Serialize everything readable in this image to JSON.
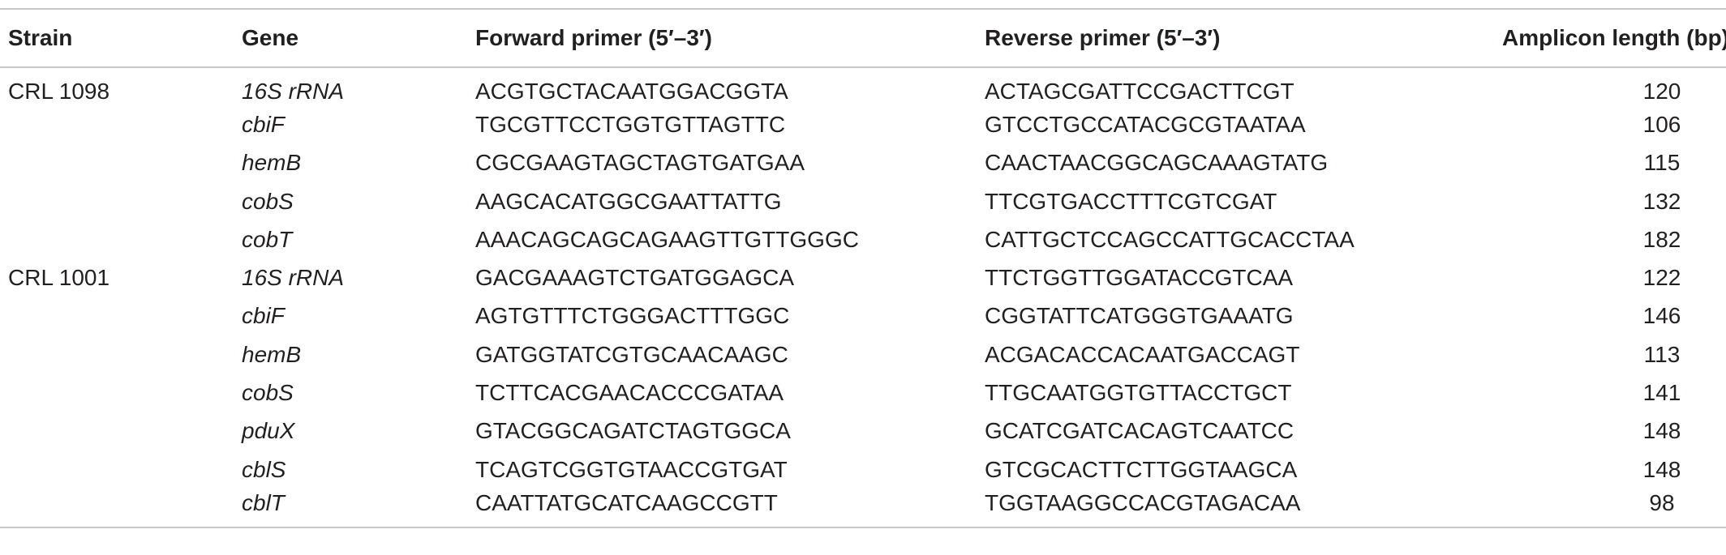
{
  "table": {
    "headers": {
      "strain": "Strain",
      "gene": "Gene",
      "forward": "Forward primer (5′–3′)",
      "reverse": "Reverse primer (5′–3′)",
      "length": "Amplicon length (bp)"
    },
    "rows": [
      {
        "strain": "CRL 1098",
        "gene": "16S rRNA",
        "forward": "ACGTGCTACAATGGACGGTA",
        "reverse": "ACTAGCGATTCCGACTTCGT",
        "length": "120"
      },
      {
        "strain": "",
        "gene": "cbiF",
        "forward": "TGCGTTCCTGGTGTTAGTTC",
        "reverse": "GTCCTGCCATACGCGTAATAA",
        "length": "106"
      },
      {
        "strain": "",
        "gene": "hemB",
        "forward": "CGCGAAGTAGCTAGTGATGAA",
        "reverse": "CAACTAACGGCAGCAAAGTATG",
        "length": "115"
      },
      {
        "strain": "",
        "gene": "cobS",
        "forward": "AAGCACATGGCGAATTATTG",
        "reverse": "TTCGTGACCTTTCGTCGAT",
        "length": "132"
      },
      {
        "strain": "",
        "gene": "cobT",
        "forward": "AAACAGCAGCAGAAGTTGTTGGGC",
        "reverse": "CATTGCTCCAGCCATTGCACCTAA",
        "length": "182"
      },
      {
        "strain": "CRL 1001",
        "gene": "16S rRNA",
        "forward": "GACGAAAGTCTGATGGAGCA",
        "reverse": "TTCTGGTTGGATACCGTCAA",
        "length": "122"
      },
      {
        "strain": "",
        "gene": "cbiF",
        "forward": "AGTGTTTCTGGGACTTTGGC",
        "reverse": "CGGTATTCATGGGTGAAATG",
        "length": "146"
      },
      {
        "strain": "",
        "gene": "hemB",
        "forward": "GATGGTATCGTGCAACAAGC",
        "reverse": "ACGACACCACAATGACCAGT",
        "length": "113"
      },
      {
        "strain": "",
        "gene": "cobS",
        "forward": "TCTTCACGAACACCCGATAA",
        "reverse": "TTGCAATGGTGTTACCTGCT",
        "length": "141"
      },
      {
        "strain": "",
        "gene": "pduX",
        "forward": "GTACGGCAGATCTAGTGGCA",
        "reverse": "GCATCGATCACAGTCAATCC",
        "length": "148"
      },
      {
        "strain": "",
        "gene": "cblS",
        "forward": "TCAGTCGGTGTAACCGTGAT",
        "reverse": "GTCGCACTTCTTGGTAAGCA",
        "length": "148"
      },
      {
        "strain": "",
        "gene": "cblT",
        "forward": "CAATTATGCATCAAGCCGTT",
        "reverse": "TGGTAAGGCCACGTAGACAA",
        "length": "98"
      }
    ]
  }
}
